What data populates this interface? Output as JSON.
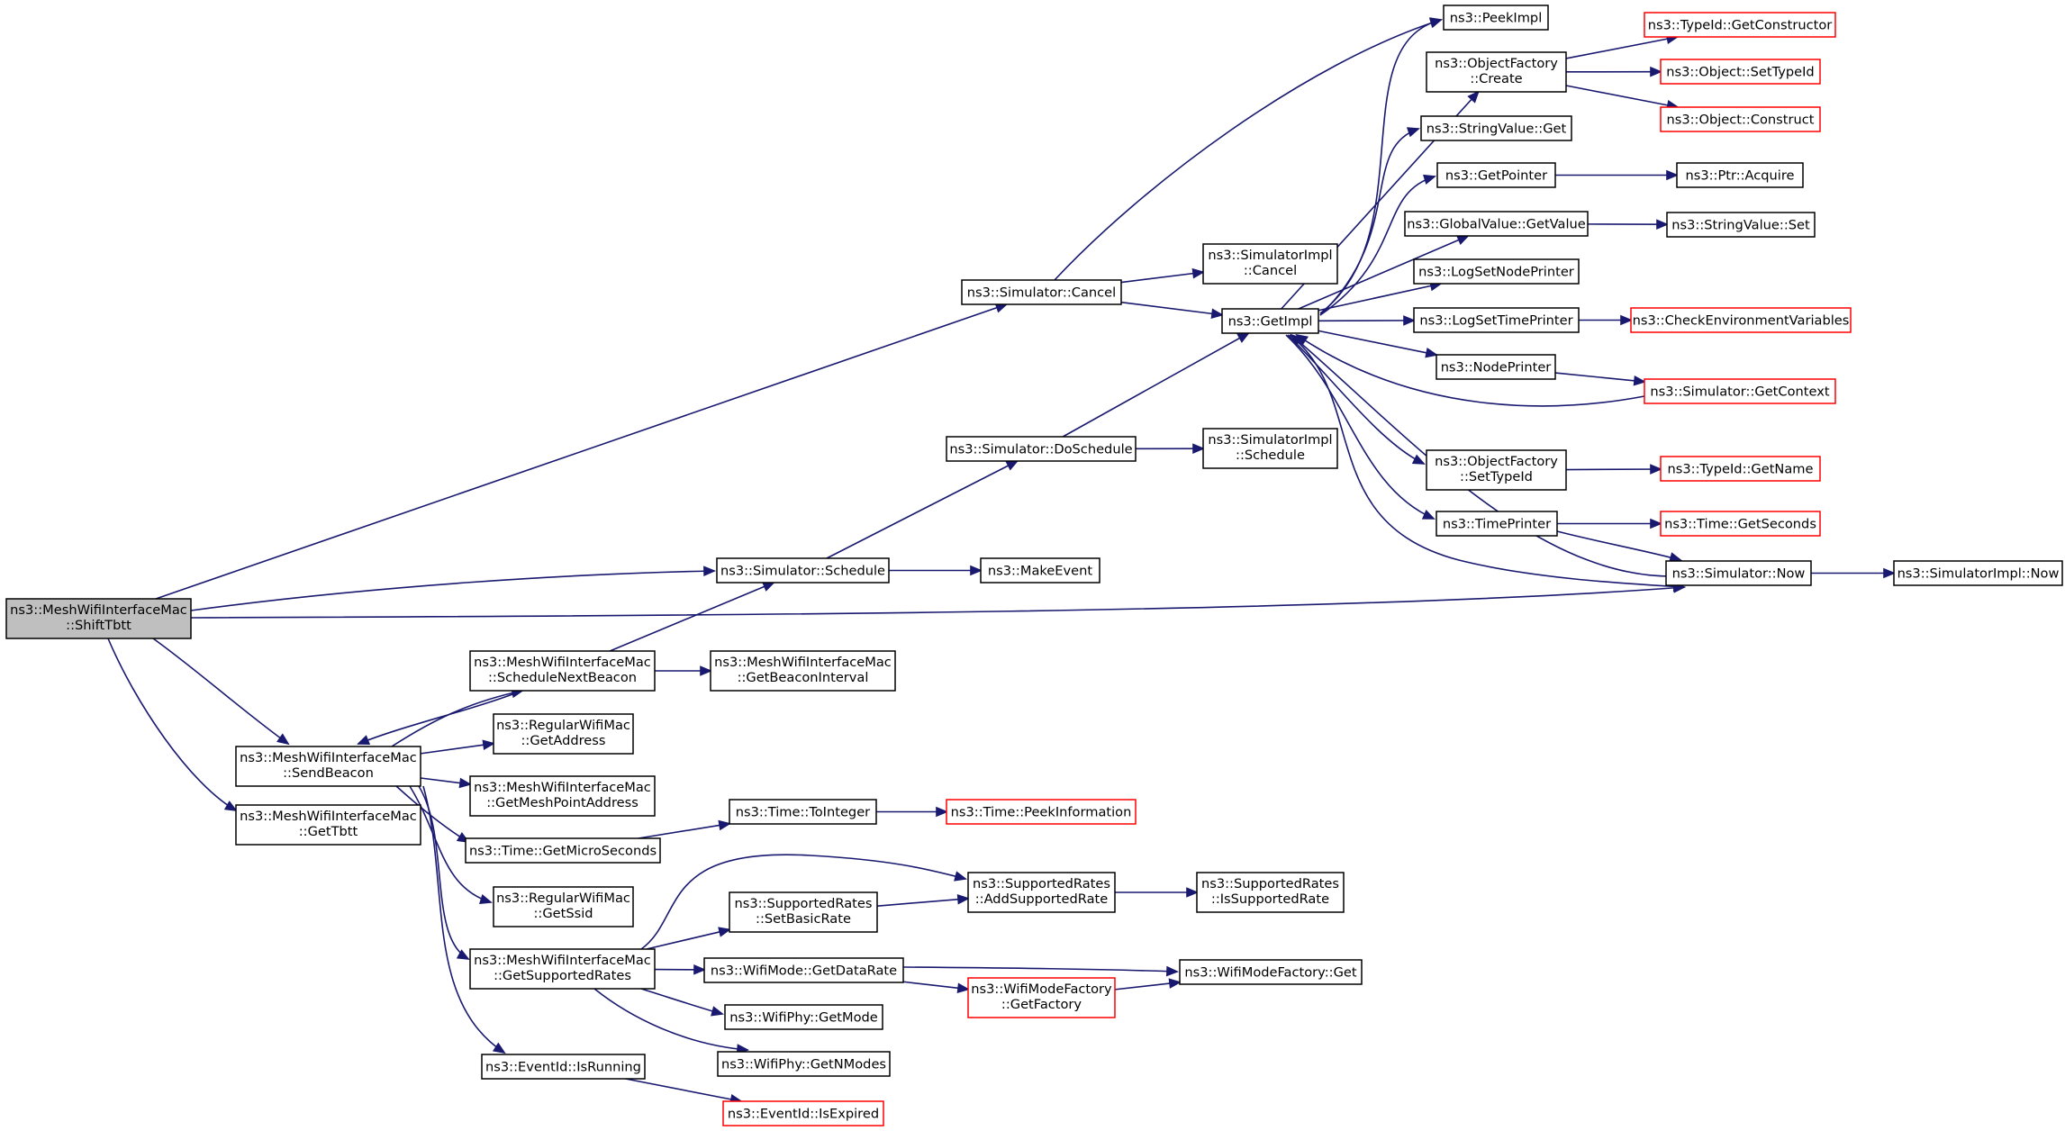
{
  "nodes": [
    {
      "id": "shift_tbtt",
      "lines": [
        "ns3::MeshWifiInterfaceMac",
        "::ShiftTbtt"
      ],
      "style": "root"
    },
    {
      "id": "sim_cancel",
      "lines": [
        "ns3::Simulator::Cancel"
      ],
      "style": "normal"
    },
    {
      "id": "sim_schedule",
      "lines": [
        "ns3::Simulator::Schedule"
      ],
      "style": "normal"
    },
    {
      "id": "sim_now",
      "lines": [
        "ns3::Simulator::Now"
      ],
      "style": "normal"
    },
    {
      "id": "send_beacon",
      "lines": [
        "ns3::MeshWifiInterfaceMac",
        "::SendBeacon"
      ],
      "style": "normal"
    },
    {
      "id": "get_tbtt",
      "lines": [
        "ns3::MeshWifiInterfaceMac",
        "::GetTbtt"
      ],
      "style": "normal"
    },
    {
      "id": "peek_impl",
      "lines": [
        "ns3::PeekImpl"
      ],
      "style": "normal"
    },
    {
      "id": "simimpl_cancel",
      "lines": [
        "ns3::SimulatorImpl",
        "::Cancel"
      ],
      "style": "normal"
    },
    {
      "id": "get_impl",
      "lines": [
        "ns3::GetImpl"
      ],
      "style": "normal"
    },
    {
      "id": "do_schedule",
      "lines": [
        "ns3::Simulator::DoSchedule"
      ],
      "style": "normal"
    },
    {
      "id": "make_event",
      "lines": [
        "ns3::MakeEvent"
      ],
      "style": "normal"
    },
    {
      "id": "simimpl_schedule",
      "lines": [
        "ns3::SimulatorImpl",
        "::Schedule"
      ],
      "style": "normal"
    },
    {
      "id": "of_create",
      "lines": [
        "ns3::ObjectFactory",
        "::Create"
      ],
      "style": "normal"
    },
    {
      "id": "stringvalue_get",
      "lines": [
        "ns3::StringValue::Get"
      ],
      "style": "normal"
    },
    {
      "id": "get_pointer",
      "lines": [
        "ns3::GetPointer"
      ],
      "style": "normal"
    },
    {
      "id": "globalvalue_getvalue",
      "lines": [
        "ns3::GlobalValue::GetValue"
      ],
      "style": "normal"
    },
    {
      "id": "log_set_node_printer",
      "lines": [
        "ns3::LogSetNodePrinter"
      ],
      "style": "normal"
    },
    {
      "id": "log_set_time_printer",
      "lines": [
        "ns3::LogSetTimePrinter"
      ],
      "style": "normal"
    },
    {
      "id": "node_printer",
      "lines": [
        "ns3::NodePrinter"
      ],
      "style": "normal"
    },
    {
      "id": "sim_get_context",
      "lines": [
        "ns3::Simulator::GetContext"
      ],
      "style": "red"
    },
    {
      "id": "of_set_type_id",
      "lines": [
        "ns3::ObjectFactory",
        "::SetTypeId"
      ],
      "style": "normal"
    },
    {
      "id": "time_printer",
      "lines": [
        "ns3::TimePrinter"
      ],
      "style": "normal"
    },
    {
      "id": "typeid_get_constructor",
      "lines": [
        "ns3::TypeId::GetConstructor"
      ],
      "style": "red"
    },
    {
      "id": "object_set_type_id",
      "lines": [
        "ns3::Object::SetTypeId"
      ],
      "style": "red"
    },
    {
      "id": "object_construct",
      "lines": [
        "ns3::Object::Construct"
      ],
      "style": "red"
    },
    {
      "id": "ptr_acquire",
      "lines": [
        "ns3::Ptr::Acquire"
      ],
      "style": "normal"
    },
    {
      "id": "stringvalue_set",
      "lines": [
        "ns3::StringValue::Set"
      ],
      "style": "normal"
    },
    {
      "id": "check_env_vars",
      "lines": [
        "ns3::CheckEnvironmentVariables"
      ],
      "style": "red"
    },
    {
      "id": "typeid_get_name",
      "lines": [
        "ns3::TypeId::GetName"
      ],
      "style": "red"
    },
    {
      "id": "time_get_seconds",
      "lines": [
        "ns3::Time::GetSeconds"
      ],
      "style": "red"
    },
    {
      "id": "simimpl_now",
      "lines": [
        "ns3::SimulatorImpl::Now"
      ],
      "style": "normal"
    },
    {
      "id": "schedule_next_beacon",
      "lines": [
        "ns3::MeshWifiInterfaceMac",
        "::ScheduleNextBeacon"
      ],
      "style": "normal"
    },
    {
      "id": "get_beacon_interval",
      "lines": [
        "ns3::MeshWifiInterfaceMac",
        "::GetBeaconInterval"
      ],
      "style": "normal"
    },
    {
      "id": "regular_get_address",
      "lines": [
        "ns3::RegularWifiMac",
        "::GetAddress"
      ],
      "style": "normal"
    },
    {
      "id": "get_mesh_point_address",
      "lines": [
        "ns3::MeshWifiInterfaceMac",
        "::GetMeshPointAddress"
      ],
      "style": "normal"
    },
    {
      "id": "time_get_micro",
      "lines": [
        "ns3::Time::GetMicroSeconds"
      ],
      "style": "normal"
    },
    {
      "id": "regular_get_ssid",
      "lines": [
        "ns3::RegularWifiMac",
        "::GetSsid"
      ],
      "style": "normal"
    },
    {
      "id": "get_supported_rates",
      "lines": [
        "ns3::MeshWifiInterfaceMac",
        "::GetSupportedRates"
      ],
      "style": "normal"
    },
    {
      "id": "eventid_is_running",
      "lines": [
        "ns3::EventId::IsRunning"
      ],
      "style": "normal"
    },
    {
      "id": "time_to_integer",
      "lines": [
        "ns3::Time::ToInteger"
      ],
      "style": "normal"
    },
    {
      "id": "time_peek_information",
      "lines": [
        "ns3::Time::PeekInformation"
      ],
      "style": "red"
    },
    {
      "id": "sr_add_supported_rate",
      "lines": [
        "ns3::SupportedRates",
        "::AddSupportedRate"
      ],
      "style": "normal"
    },
    {
      "id": "sr_set_basic_rate",
      "lines": [
        "ns3::SupportedRates",
        "::SetBasicRate"
      ],
      "style": "normal"
    },
    {
      "id": "sr_is_supported_rate",
      "lines": [
        "ns3::SupportedRates",
        "::IsSupportedRate"
      ],
      "style": "normal"
    },
    {
      "id": "wifimode_get_data_rate",
      "lines": [
        "ns3::WifiMode::GetDataRate"
      ],
      "style": "normal"
    },
    {
      "id": "wifimodefactory_get",
      "lines": [
        "ns3::WifiModeFactory::Get"
      ],
      "style": "normal"
    },
    {
      "id": "wifimodefactory_get_factory",
      "lines": [
        "ns3::WifiModeFactory",
        "::GetFactory"
      ],
      "style": "red"
    },
    {
      "id": "wifiphy_get_mode",
      "lines": [
        "ns3::WifiPhy::GetMode"
      ],
      "style": "normal"
    },
    {
      "id": "wifiphy_get_n_modes",
      "lines": [
        "ns3::WifiPhy::GetNModes"
      ],
      "style": "normal"
    },
    {
      "id": "eventid_is_expired",
      "lines": [
        "ns3::EventId::IsExpired"
      ],
      "style": "red"
    }
  ],
  "edges": [
    {
      "from": "shift_tbtt",
      "to": "sim_cancel"
    },
    {
      "from": "shift_tbtt",
      "to": "sim_schedule"
    },
    {
      "from": "shift_tbtt",
      "to": "sim_now"
    },
    {
      "from": "shift_tbtt",
      "to": "send_beacon"
    },
    {
      "from": "shift_tbtt",
      "to": "get_tbtt"
    },
    {
      "from": "sim_cancel",
      "to": "peek_impl"
    },
    {
      "from": "sim_cancel",
      "to": "simimpl_cancel"
    },
    {
      "from": "sim_cancel",
      "to": "get_impl"
    },
    {
      "from": "sim_schedule",
      "to": "do_schedule"
    },
    {
      "from": "sim_schedule",
      "to": "make_event"
    },
    {
      "from": "do_schedule",
      "to": "get_impl"
    },
    {
      "from": "do_schedule",
      "to": "simimpl_schedule"
    },
    {
      "from": "get_impl",
      "to": "peek_impl"
    },
    {
      "from": "get_impl",
      "to": "of_create"
    },
    {
      "from": "get_impl",
      "to": "stringvalue_get"
    },
    {
      "from": "get_impl",
      "to": "get_pointer"
    },
    {
      "from": "get_impl",
      "to": "globalvalue_getvalue"
    },
    {
      "from": "get_impl",
      "to": "log_set_node_printer"
    },
    {
      "from": "get_impl",
      "to": "log_set_time_printer"
    },
    {
      "from": "get_impl",
      "to": "node_printer"
    },
    {
      "from": "get_impl",
      "to": "of_set_type_id"
    },
    {
      "from": "get_impl",
      "to": "time_printer"
    },
    {
      "from": "get_impl",
      "to": "sim_now"
    },
    {
      "from": "of_create",
      "to": "typeid_get_constructor"
    },
    {
      "from": "of_create",
      "to": "object_set_type_id"
    },
    {
      "from": "of_create",
      "to": "object_construct"
    },
    {
      "from": "get_pointer",
      "to": "ptr_acquire"
    },
    {
      "from": "globalvalue_getvalue",
      "to": "stringvalue_set"
    },
    {
      "from": "log_set_time_printer",
      "to": "check_env_vars"
    },
    {
      "from": "node_printer",
      "to": "sim_get_context"
    },
    {
      "from": "sim_get_context",
      "to": "get_impl"
    },
    {
      "from": "of_set_type_id",
      "to": "typeid_get_name"
    },
    {
      "from": "time_printer",
      "to": "time_get_seconds"
    },
    {
      "from": "time_printer",
      "to": "sim_now"
    },
    {
      "from": "sim_now",
      "to": "get_impl"
    },
    {
      "from": "sim_now",
      "to": "simimpl_now"
    },
    {
      "from": "send_beacon",
      "to": "schedule_next_beacon"
    },
    {
      "from": "schedule_next_beacon",
      "to": "send_beacon"
    },
    {
      "from": "schedule_next_beacon",
      "to": "sim_schedule"
    },
    {
      "from": "schedule_next_beacon",
      "to": "get_beacon_interval"
    },
    {
      "from": "send_beacon",
      "to": "regular_get_address"
    },
    {
      "from": "send_beacon",
      "to": "get_mesh_point_address"
    },
    {
      "from": "send_beacon",
      "to": "time_get_micro"
    },
    {
      "from": "send_beacon",
      "to": "regular_get_ssid"
    },
    {
      "from": "send_beacon",
      "to": "get_supported_rates"
    },
    {
      "from": "send_beacon",
      "to": "eventid_is_running"
    },
    {
      "from": "time_get_micro",
      "to": "time_to_integer"
    },
    {
      "from": "time_to_integer",
      "to": "time_peek_information"
    },
    {
      "from": "get_supported_rates",
      "to": "sr_add_supported_rate"
    },
    {
      "from": "get_supported_rates",
      "to": "sr_set_basic_rate"
    },
    {
      "from": "get_supported_rates",
      "to": "wifimode_get_data_rate"
    },
    {
      "from": "get_supported_rates",
      "to": "wifiphy_get_mode"
    },
    {
      "from": "get_supported_rates",
      "to": "wifiphy_get_n_modes"
    },
    {
      "from": "sr_set_basic_rate",
      "to": "sr_add_supported_rate"
    },
    {
      "from": "sr_add_supported_rate",
      "to": "sr_is_supported_rate"
    },
    {
      "from": "wifimode_get_data_rate",
      "to": "wifimodefactory_get"
    },
    {
      "from": "wifimode_get_data_rate",
      "to": "wifimodefactory_get_factory"
    },
    {
      "from": "wifimodefactory_get_factory",
      "to": "wifimodefactory_get"
    },
    {
      "from": "eventid_is_running",
      "to": "eventid_is_expired"
    }
  ],
  "colors": {
    "edge": "#191970",
    "node_border": "#000000",
    "node_border_red": "#ff0000",
    "root_fill": "#bfbfbf"
  }
}
